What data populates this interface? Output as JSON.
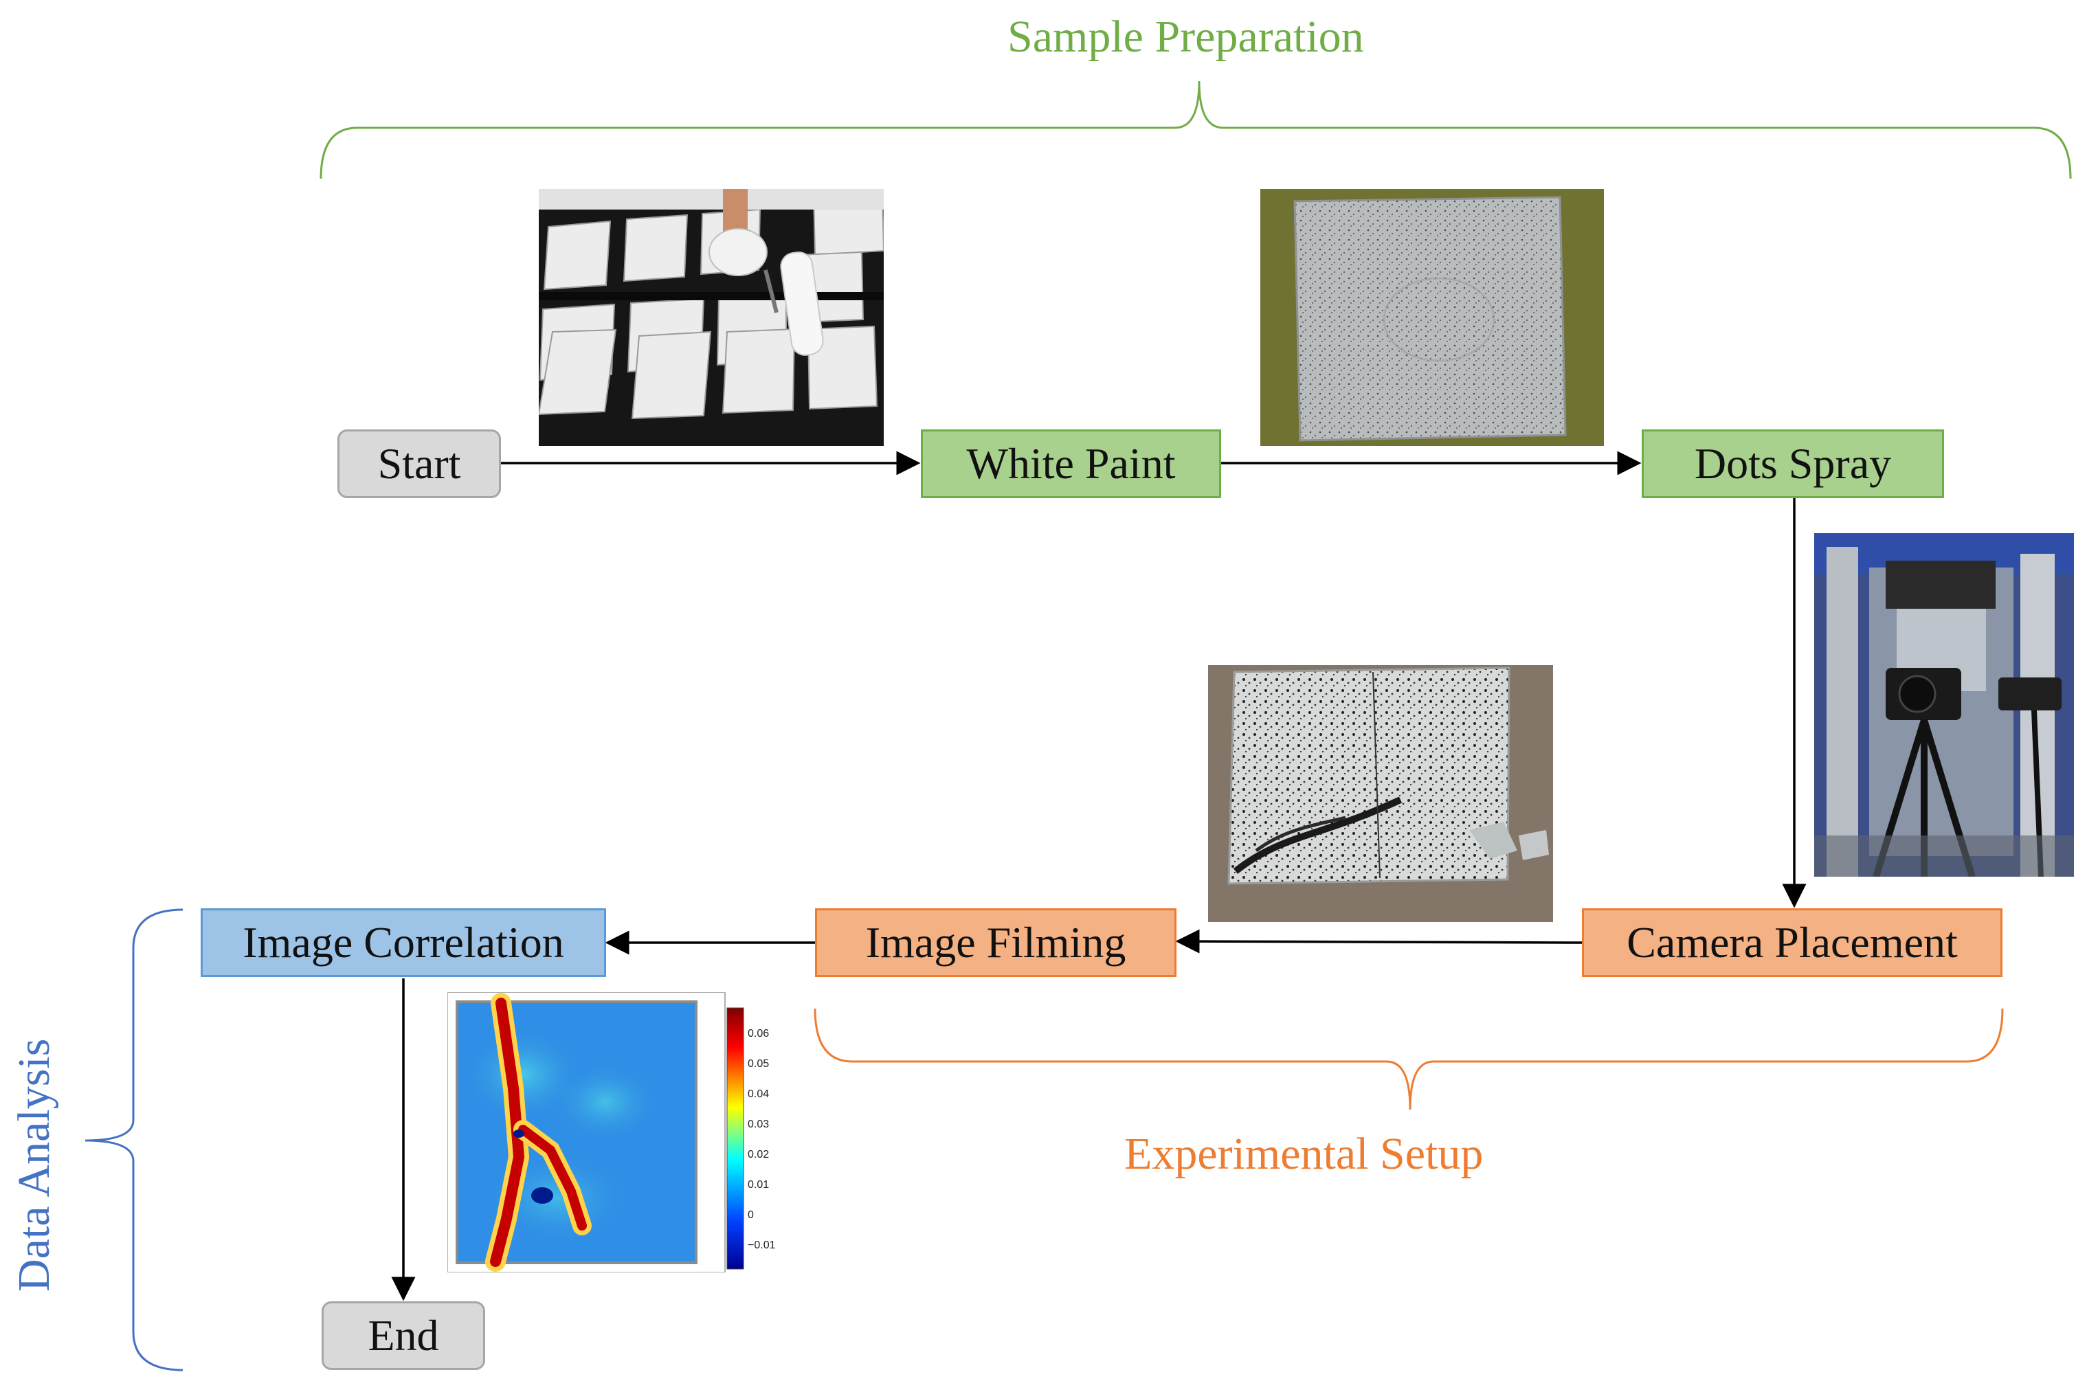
{
  "groups": {
    "sample_preparation": "Sample Preparation",
    "experimental_setup": "Experimental Setup",
    "data_analysis": "Data Analysis"
  },
  "nodes": {
    "start": "Start",
    "white_paint": "White Paint",
    "dots_spray": "Dots Spray",
    "camera_placement": "Camera Placement",
    "image_filming": "Image Filming",
    "image_correlation": "Image Correlation",
    "end": "End"
  },
  "colorbar": {
    "ticks": [
      "0.06",
      "0.05",
      "0.04",
      "0.03",
      "0.02",
      "0.01",
      "0",
      "−0.01"
    ]
  },
  "colors": {
    "sample_preparation": "#70ad47",
    "experimental_setup": "#ed7d31",
    "data_analysis": "#4472c4",
    "arrow": "#000000"
  },
  "photos": {
    "painting_blocks": "photo",
    "speckled_sample": "photo",
    "camera_rig": "photo",
    "cracked_sample": "photo",
    "strain_map": "photo"
  }
}
